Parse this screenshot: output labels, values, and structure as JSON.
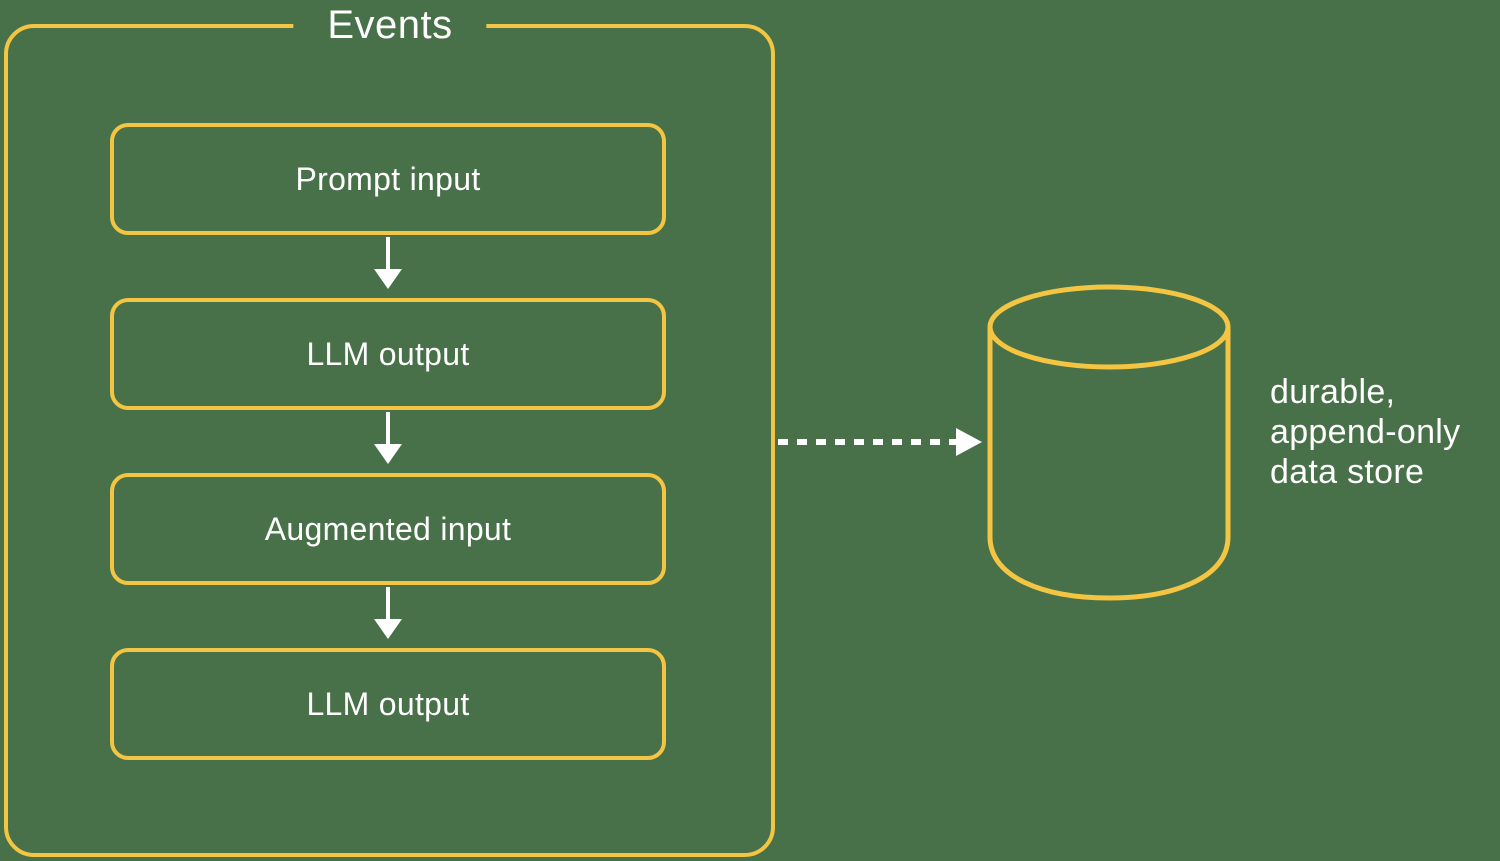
{
  "colors": {
    "background": "#487149",
    "stroke_yellow": "#F4C542",
    "text_white": "#FFFFFF"
  },
  "events_group": {
    "title": "Events",
    "boxes": [
      {
        "label": "Prompt input"
      },
      {
        "label": "LLM output"
      },
      {
        "label": "Augmented input"
      },
      {
        "label": "LLM output"
      }
    ]
  },
  "icons": {
    "flow_arrow": "down-arrow-icon",
    "store_arrow": "dashed-right-arrow-icon",
    "datastore": "database-cylinder-icon"
  },
  "datastore": {
    "caption_line1": "durable,",
    "caption_line2": "append-only",
    "caption_line3": "data store"
  }
}
